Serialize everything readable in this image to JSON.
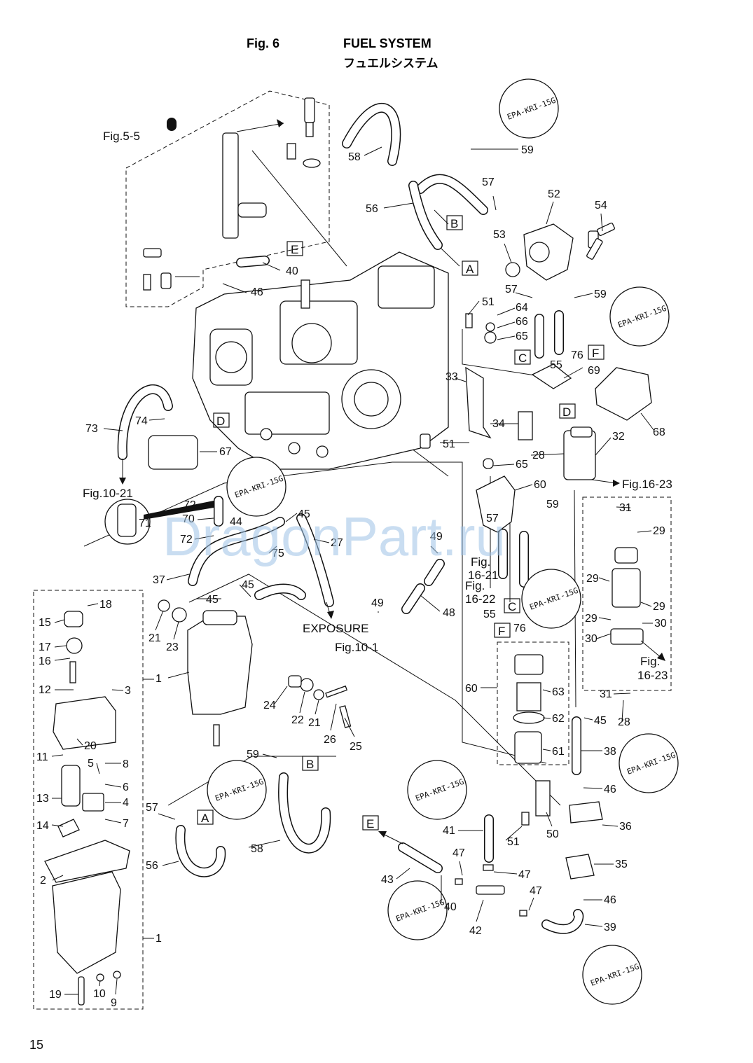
{
  "header": {
    "fig_label": "Fig. 6",
    "title": "FUEL SYSTEM",
    "title_jp": "フュエルシステム"
  },
  "page_number": "15",
  "watermark": "DragonPart.ru",
  "stamp_text": "EPA-KRI-15G",
  "cross_refs": {
    "fig_5_5": "Fig.5-5",
    "fig_10_21": "Fig.10-21",
    "fig_10_1": "Fig.10-1",
    "fig_16_23": "Fig.16-23",
    "fig_16_23_b": "Fig.",
    "fig_16_23_c": "16-23",
    "fig_16_21_a": "Fig.",
    "fig_16_21_b": "16-21",
    "fig_16_22_a": "Fig.",
    "fig_16_22_b": "16-22",
    "exposure": "EXPOSURE"
  },
  "connectors": {
    "A": "A",
    "B": "B",
    "C": "C",
    "D": "D",
    "E": "E",
    "F": "F"
  },
  "part_numbers": {
    "p1": "1",
    "p1b": "1",
    "p2": "2",
    "p3": "3",
    "p4": "4",
    "p5": "5",
    "p6": "6",
    "p7": "7",
    "p8": "8",
    "p9": "9",
    "p10": "10",
    "p11": "11",
    "p12": "12",
    "p13": "13",
    "p14": "14",
    "p15": "15",
    "p16": "16",
    "p17": "17",
    "p18": "18",
    "p19": "19",
    "p20": "20",
    "p21": "21",
    "p21b": "21",
    "p22": "22",
    "p23": "23",
    "p24": "24",
    "p25": "25",
    "p26": "26",
    "p27": "27",
    "p28": "28",
    "p28b": "28",
    "p29a": "29",
    "p29b": "29",
    "p29c": "29",
    "p29d": "29",
    "p30a": "30",
    "p30b": "30",
    "p31a": "31",
    "p31b": "31",
    "p32": "32",
    "p33": "33",
    "p34": "34",
    "p35": "35",
    "p36": "36",
    "p37": "37",
    "p38": "38",
    "p39": "39",
    "p40": "40",
    "p40b": "40",
    "p41": "41",
    "p42": "42",
    "p43": "43",
    "p44": "44",
    "p45a": "45",
    "p45b": "45",
    "p45c": "45",
    "p45d": "45",
    "p46a": "46",
    "p46b": "46",
    "p46c": "46",
    "p47a": "47",
    "p47b": "47",
    "p47c": "47",
    "p48": "48",
    "p49a": "49",
    "p49b": "49",
    "p50": "50",
    "p51a": "51",
    "p51b": "51",
    "p51c": "51",
    "p52": "52",
    "p53": "53",
    "p54": "54",
    "p55a": "55",
    "p55b": "55",
    "p56a": "56",
    "p56b": "56",
    "p57a": "57",
    "p57b": "57",
    "p57c": "57",
    "p57d": "57",
    "p58a": "58",
    "p58b": "58",
    "p59a": "59",
    "p59b": "59",
    "p59c": "59",
    "p59d": "59",
    "p60a": "60",
    "p60b": "60",
    "p61": "61",
    "p62": "62",
    "p63": "63",
    "p64": "64",
    "p65a": "65",
    "p65b": "65",
    "p66": "66",
    "p67": "67",
    "p68": "68",
    "p69": "69",
    "p70": "70",
    "p71": "71",
    "p72a": "72",
    "p72b": "72",
    "p73": "73",
    "p74": "74",
    "p75": "75",
    "p76a": "76",
    "p76b": "76"
  }
}
